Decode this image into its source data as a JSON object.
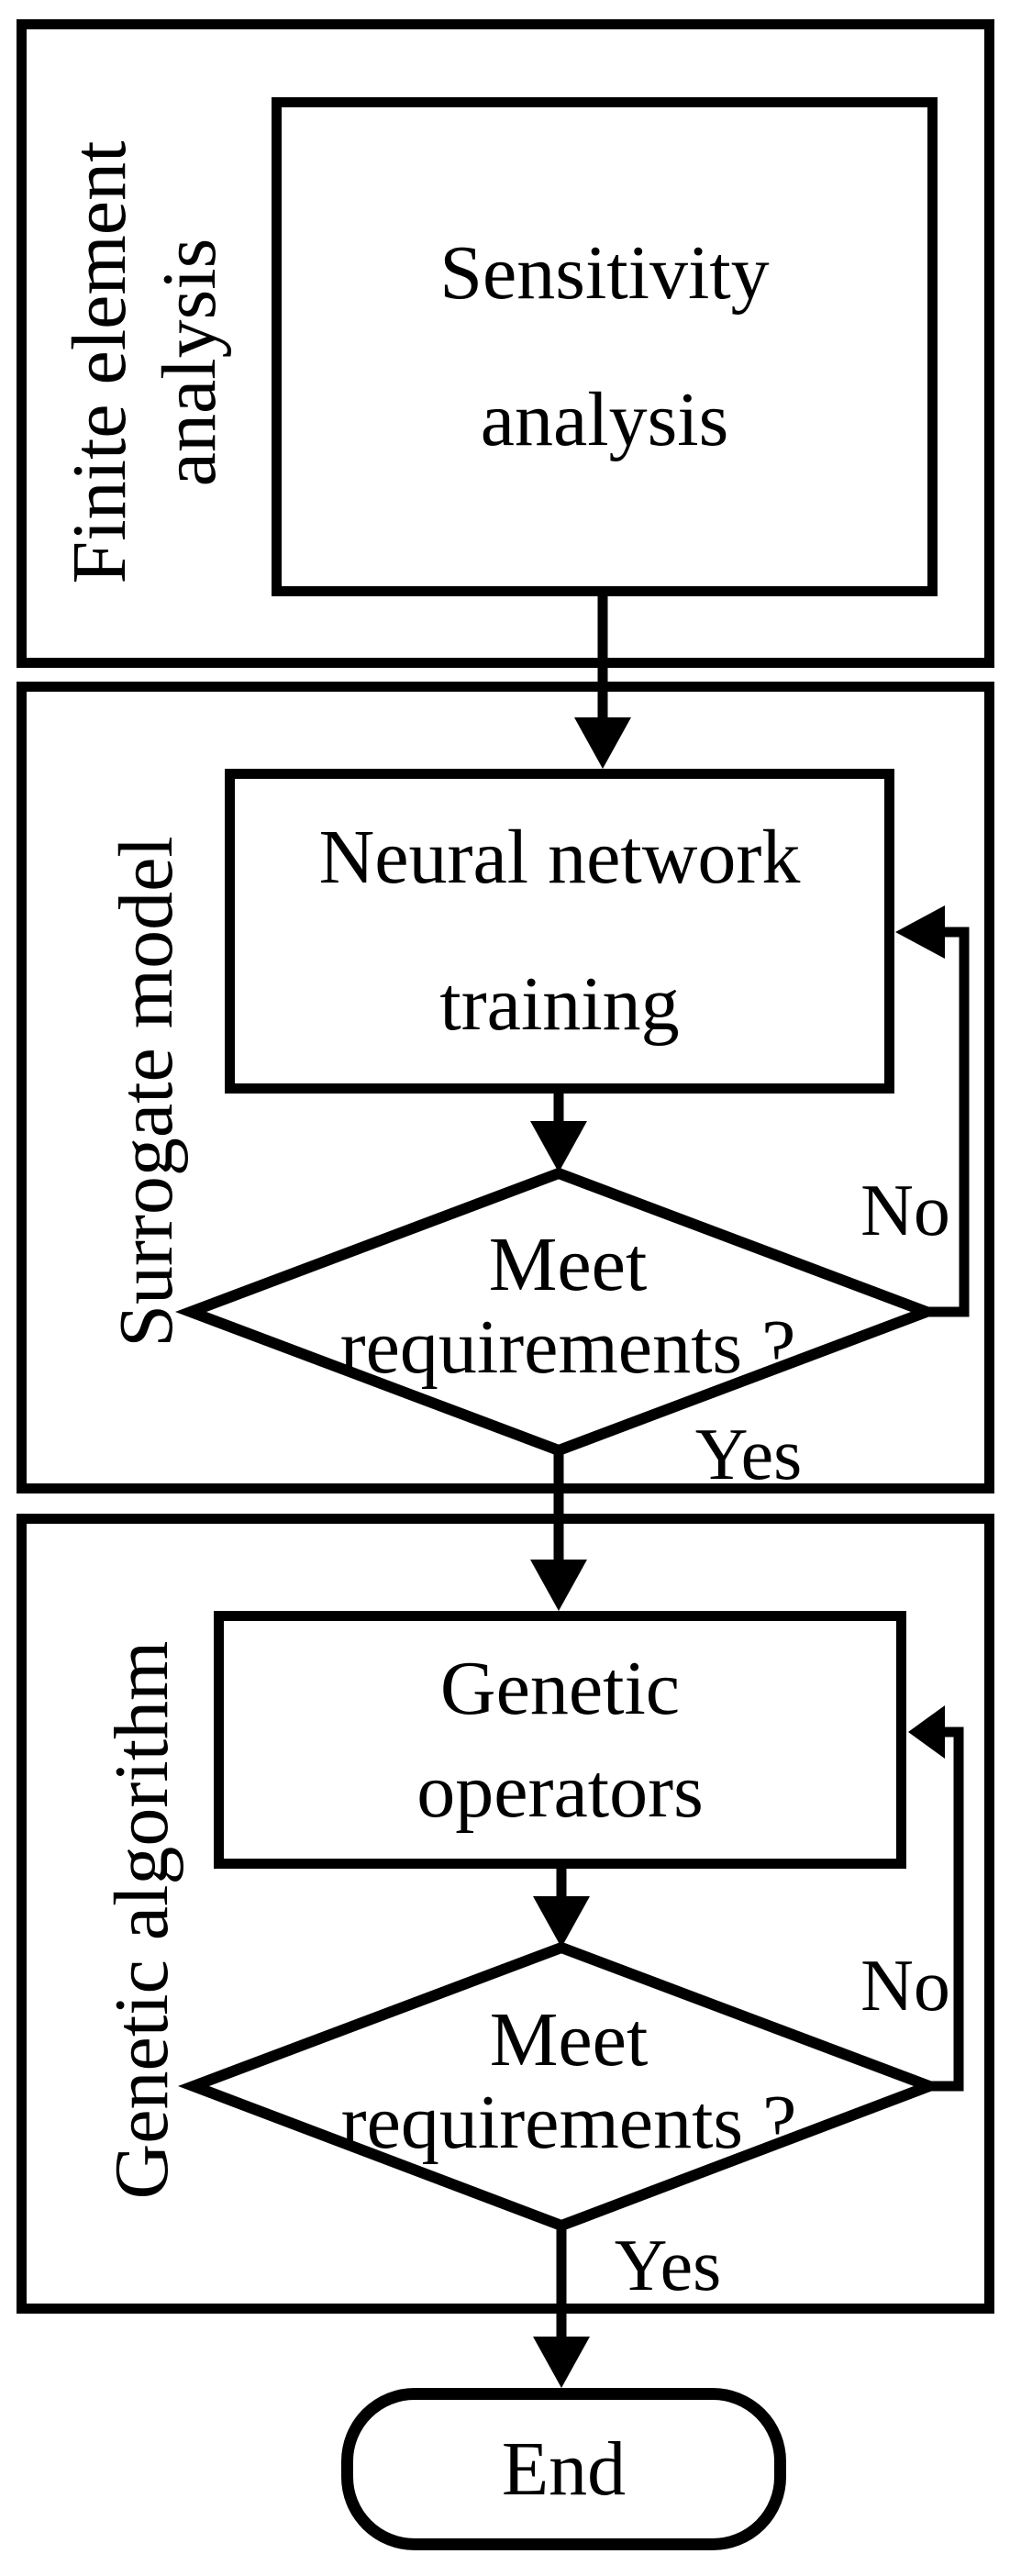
{
  "page": {
    "background": "#ffffff",
    "line_color": "#000000"
  },
  "sections": {
    "finite_element": {
      "line1": "Finite element",
      "line2": "analysis"
    },
    "surrogate": {
      "label": "Surrogate model"
    },
    "genetic": {
      "label": "Genetic algorithm"
    }
  },
  "nodes": {
    "sensitivity": {
      "line1": "Sensitivity",
      "line2": "analysis"
    },
    "neural_network": {
      "line1": "Neural network",
      "line2": "training"
    },
    "nn_decision": {
      "line1": "Meet",
      "line2": "requirements ?",
      "no": "No",
      "yes": "Yes"
    },
    "genetic_operators": {
      "line1": "Genetic",
      "line2": "operators"
    },
    "ga_decision": {
      "line1": "Meet",
      "line2": "requirements ?",
      "no": "No",
      "yes": "Yes"
    },
    "end": {
      "label": "End"
    }
  }
}
